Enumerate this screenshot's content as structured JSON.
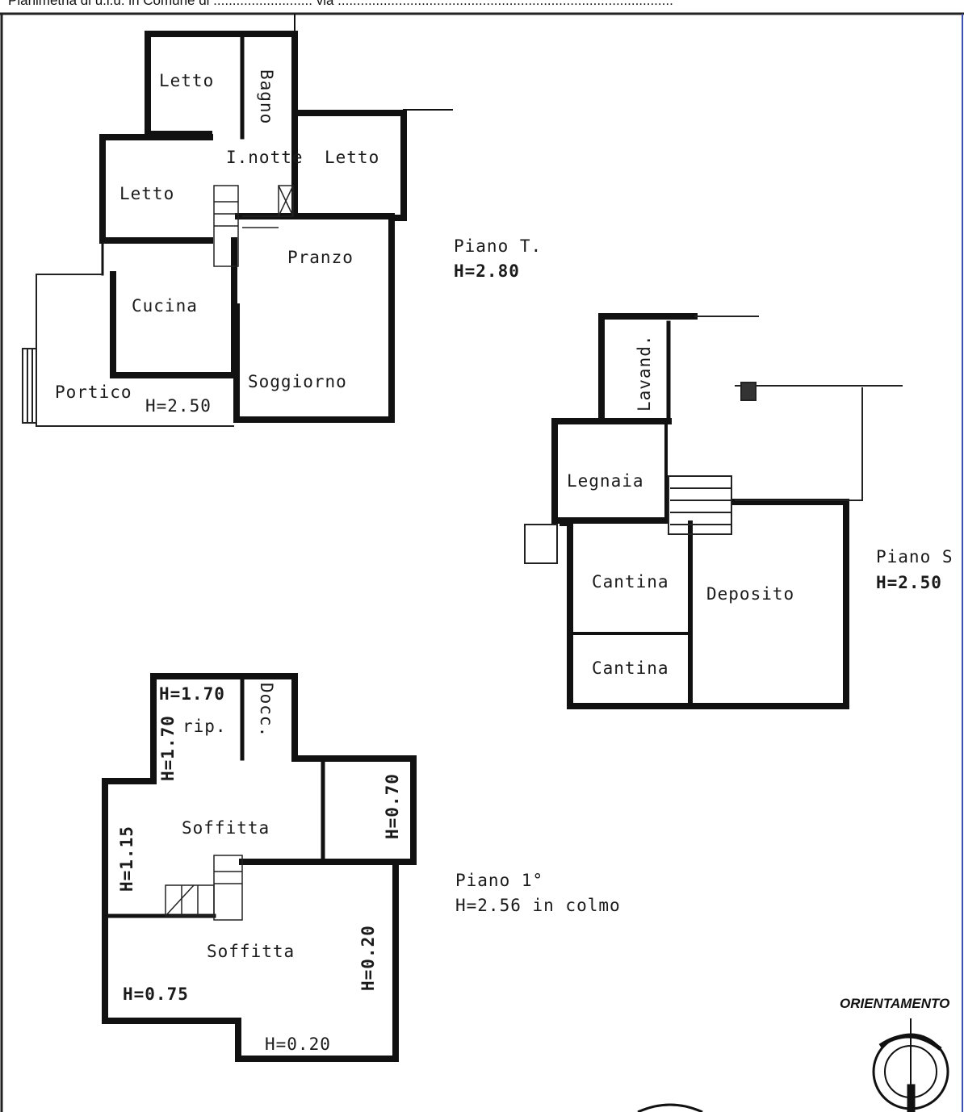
{
  "header": {
    "text": "Planimetria di u.i.u. in Comune di .......................... via ........................................................................................"
  },
  "ground_floor": {
    "title": "Piano T.",
    "height": "H=2.80",
    "rooms": [
      "Letto",
      "Bagno",
      "Letto",
      "Letto",
      "Pranzo",
      "Cucina",
      "Soggiorno",
      "Portico"
    ],
    "corridor": "I.notte",
    "portico_height": "H=2.50"
  },
  "basement": {
    "title": "Piano S",
    "height": "H=2.50",
    "rooms": [
      "Lavand.",
      "Legnaia",
      "Cantina",
      "Deposito",
      "Cantina"
    ]
  },
  "first_floor": {
    "title": "Piano 1°",
    "height": "H=2.56 in colmo",
    "rooms": [
      "rip.",
      "Docc.",
      "Soffitta",
      "Soffitta"
    ],
    "heights": [
      "H=1.70",
      "H=1.70",
      "H=0.70",
      "H=1.15",
      "H=0.20",
      "H=0.75",
      "H=0.20"
    ]
  },
  "orientation": {
    "label": "ORIENTAMENTO"
  }
}
